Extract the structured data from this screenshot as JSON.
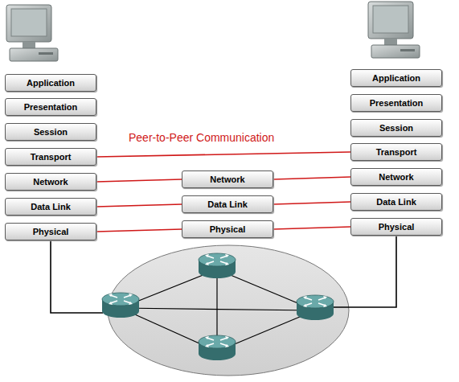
{
  "diagram": {
    "nodes": [
      {
        "text": [
          "Application"
        ]
      },
      {
        "text": [
          "Presentation"
        ]
      },
      {
        "text": [
          "Session"
        ]
      },
      {
        "text": [
          "Transport"
        ]
      },
      {
        "text": [
          "Network"
        ]
      },
      {
        "text": [
          "Data Link"
        ]
      },
      {
        "text": [
          "Physical"
        ]
      },
      {
        "text": [
          "Network"
        ]
      },
      {
        "text": [
          "Data Link"
        ]
      },
      {
        "text": [
          "Physical"
        ]
      },
      {
        "text": [
          "Application"
        ]
      },
      {
        "text": [
          "Presentation"
        ]
      },
      {
        "text": [
          "Session"
        ]
      },
      {
        "text": [
          "Transport"
        ]
      },
      {
        "text": [
          "Network"
        ]
      },
      {
        "text": [
          "Data Link"
        ]
      },
      {
        "text": [
          "Physical"
        ]
      }
    ],
    "edges": [
      {
        "from": 3,
        "to": 13,
        "arrow": "none"
      },
      {
        "from": 4,
        "to": 7,
        "arrow": "none"
      },
      {
        "from": 7,
        "to": 14,
        "arrow": "none"
      },
      {
        "from": 5,
        "to": 8,
        "arrow": "none"
      },
      {
        "from": 8,
        "to": 15,
        "arrow": "none"
      },
      {
        "from": 6,
        "to": 9,
        "arrow": "none"
      },
      {
        "from": 9,
        "to": 16,
        "arrow": "none"
      }
    ],
    "labels": [
      "Peer-to-Peer Communication"
    ]
  }
}
